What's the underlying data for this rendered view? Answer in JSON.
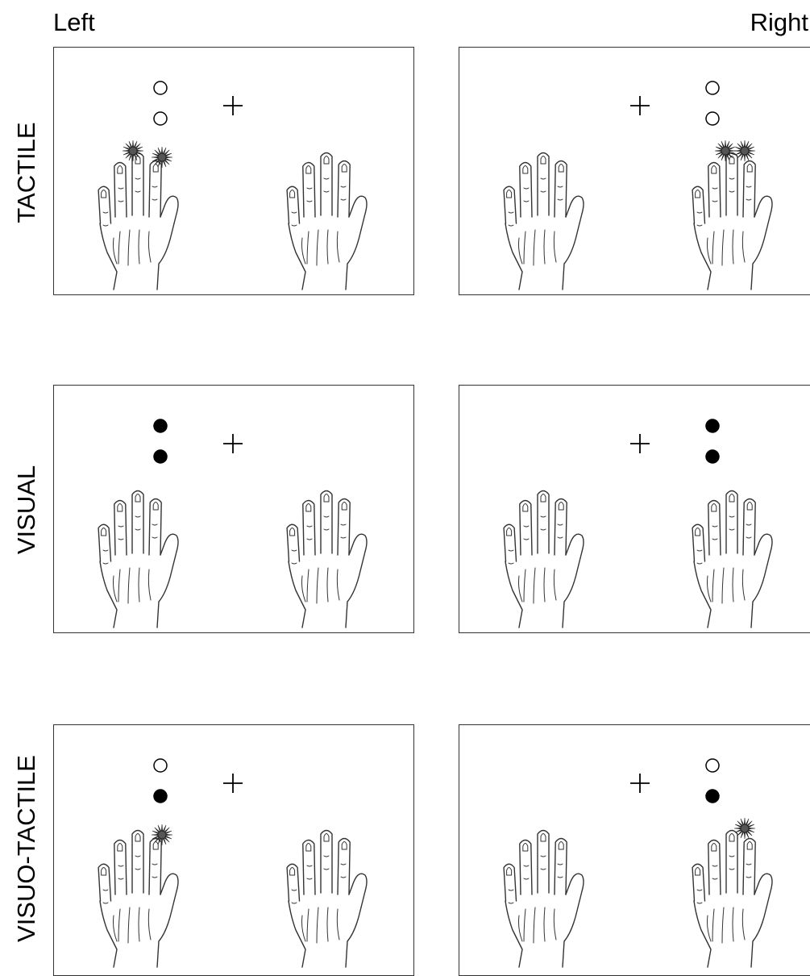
{
  "columns": [
    "Left",
    "Right"
  ],
  "rows": [
    "TACTILE",
    "VISUAL",
    "VISUO-TACTILE"
  ],
  "panels": [
    {
      "row": "TACTILE",
      "side": "Left",
      "visual": [
        "open",
        "open"
      ],
      "tactile": [
        true,
        true
      ]
    },
    {
      "row": "TACTILE",
      "side": "Right",
      "visual": [
        "open",
        "open"
      ],
      "tactile": [
        true,
        true
      ]
    },
    {
      "row": "VISUAL",
      "side": "Left",
      "visual": [
        "filled",
        "filled"
      ],
      "tactile": [
        false,
        false
      ]
    },
    {
      "row": "VISUAL",
      "side": "Right",
      "visual": [
        "filled",
        "filled"
      ],
      "tactile": [
        false,
        false
      ]
    },
    {
      "row": "VISUO-TACTILE",
      "side": "Left",
      "visual": [
        "open",
        "filled"
      ],
      "tactile": [
        false,
        true
      ]
    },
    {
      "row": "VISUO-TACTILE",
      "side": "Right",
      "visual": [
        "open",
        "filled"
      ],
      "tactile": [
        false,
        true
      ]
    }
  ],
  "symbols": {
    "fixation": "+",
    "led": "circle-led-icon",
    "tactile": "tactile-burst-icon",
    "hand": "hand-icon"
  },
  "colors": {
    "line": "#333333",
    "ink": "#000000",
    "background": "#ffffff"
  }
}
